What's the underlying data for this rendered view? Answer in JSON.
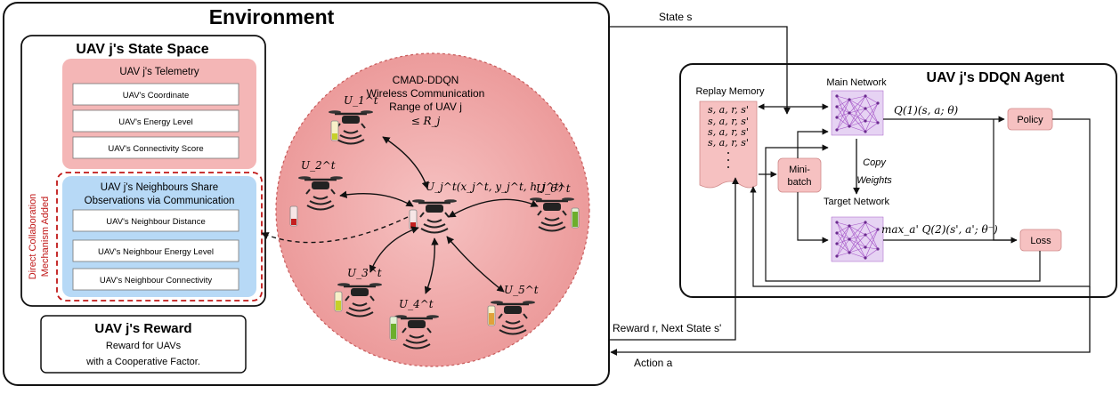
{
  "environment": {
    "title": "Environment",
    "state_space": {
      "title": "UAV j's State Space",
      "telemetry": {
        "title": "UAV j's Telemetry",
        "items": [
          "UAV's Coordinate",
          "UAV's Energy Level",
          "UAV's Connectivity Score"
        ]
      },
      "neighbours": {
        "title_line1": "UAV j's Neighbours Share",
        "title_line2": "Observations via Communication",
        "items": [
          "UAV's Neighbour Distance",
          "UAV's Neighbour Energy Level",
          "UAV's Neighbour Connectivity"
        ],
        "side_label_1": "Direct Collaboration",
        "side_label_2": "Mechanism Added"
      }
    },
    "reward": {
      "title": "UAV j's Reward",
      "line1": "Reward for UAVs",
      "line2": "with a Cooperative Factor."
    },
    "circle": {
      "line1": "CMAD-DDQN",
      "line2": "Wireless Communication",
      "line3": "Range of UAV j",
      "line4": "≤ R_j"
    },
    "uavs": [
      "U_1^t",
      "U_2^t",
      "U_3^t",
      "U_4^t",
      "U_5^t",
      "U_6^t",
      "U_j^t(x_j^t, y_j^t, h_j^t)"
    ]
  },
  "flows": {
    "state": "State s",
    "reward_next_state": "Reward r, Next State s'",
    "action": "Action a"
  },
  "agent": {
    "title": "UAV j's DDQN Agent",
    "replay_memory": "Replay Memory",
    "memory_rows": [
      "s, a, r, s'",
      "s, a, r, s'",
      "s, a, r, s'",
      "s, a, r, s'"
    ],
    "main_network": "Main Network",
    "target_network": "Target Network",
    "copy_weights_1": "Copy",
    "copy_weights_2": "Weights",
    "minibatch_1": "Mini-",
    "minibatch_2": "batch",
    "policy": "Policy",
    "loss": "Loss",
    "q_main": "Q(1)(s, a; θ)",
    "q_target": "max_a' Q(2)(s', a'; θ⁻)"
  }
}
